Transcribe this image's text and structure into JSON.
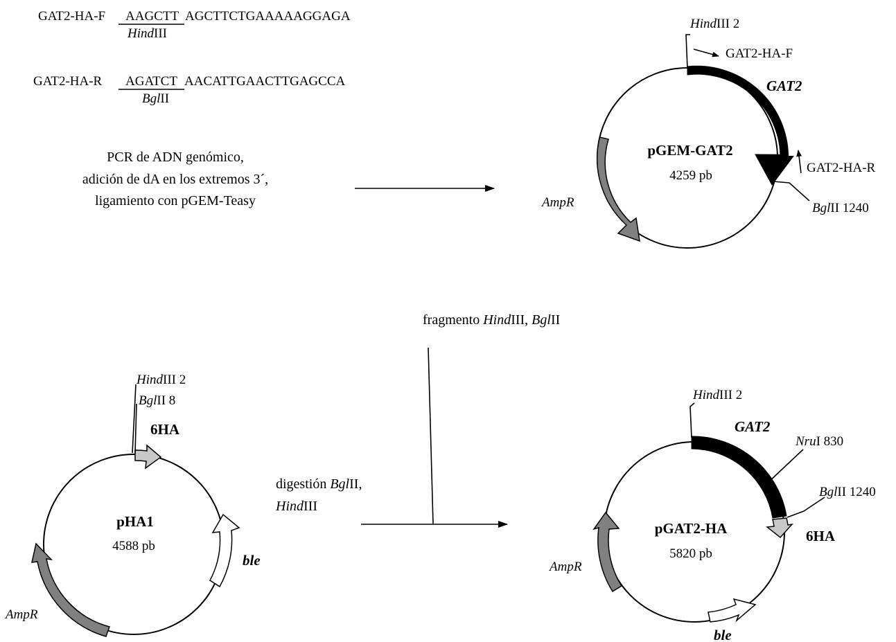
{
  "primers": {
    "forward": {
      "name": "GAT2-HA-F",
      "site": "AAGCTT",
      "rest": "AGCTTCTGAAAAAGGAGA",
      "enzyme_italic": "Hind",
      "enzyme_roman": "III"
    },
    "reverse": {
      "name": "GAT2-HA-R",
      "site": "AGATCT",
      "rest": "AACATTGAACTTGAGCCA",
      "enzyme_italic": "Bgl",
      "enzyme_roman": "II"
    }
  },
  "step1": {
    "lines": [
      "PCR de ADN genómico,",
      "adición de dA en los extremos 3´,",
      "ligamiento con pGEM-Teasy"
    ]
  },
  "step2": {
    "fragment_prefix": "fragmento ",
    "fragment_e1_italic": "Hind",
    "fragment_e1_roman": "III, ",
    "fragment_e2_italic": "Bgl",
    "fragment_e2_roman": "II",
    "digest_prefix": "digestión ",
    "digest_e1_italic": "Bgl",
    "digest_e1_roman": "II,",
    "digest_e2_italic": "Hind",
    "digest_e2_roman": "III"
  },
  "pgem": {
    "name": "pGEM-GAT2",
    "size": "4259 pb",
    "gene": "GAT2",
    "amp": "AmpR",
    "primer_f": "GAT2-HA-F",
    "primer_r": "GAT2-HA-R",
    "site1_italic": "Hind",
    "site1_roman": "III 2",
    "site2_italic": "Bgl",
    "site2_roman": "II 1240"
  },
  "pha1": {
    "name": "pHA1",
    "size": "4588 pb",
    "tag": "6HA",
    "ble": "ble",
    "amp": "AmpR",
    "site1_italic": "Hind",
    "site1_roman": "III 2",
    "site2_italic": "Bgl",
    "site2_roman": "II 8"
  },
  "pgat2ha": {
    "name": "pGAT2-HA",
    "size": "5820 pb",
    "gene": "GAT2",
    "tag": "6HA",
    "ble": "ble",
    "amp": "AmpR",
    "site1_italic": "Hind",
    "site1_roman": "III 2",
    "site2_italic": "Nru",
    "site2_roman": "I 830",
    "site3_italic": "Bgl",
    "site3_roman": "II 1240"
  },
  "colors": {
    "gene": "#000000",
    "amp": "#808080",
    "tag": "#c8c8c8",
    "ble": "#ffffff",
    "line": "#000000"
  }
}
